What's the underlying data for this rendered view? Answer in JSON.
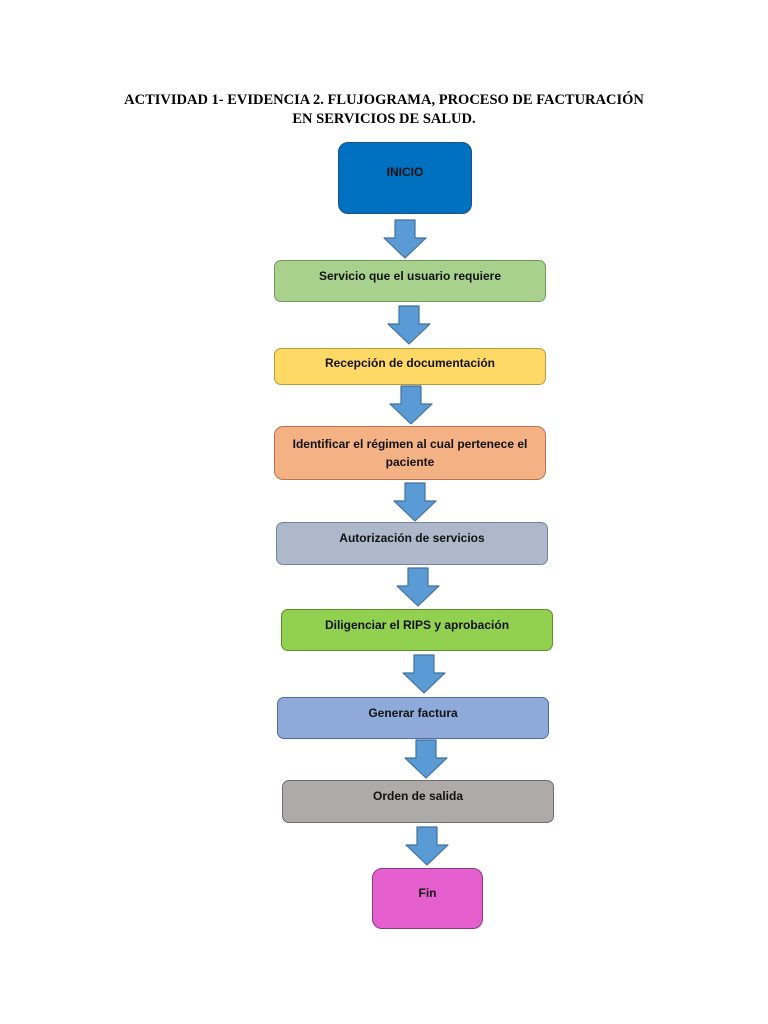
{
  "document": {
    "title_line1": "ACTIVIDAD 1- EVIDENCIA 2. FLUJOGRAMA, PROCESO DE FACTURACIÓN",
    "title_line2": "EN SERVICIOS DE SALUD."
  },
  "flowchart": {
    "steps": [
      {
        "label": "INICIO",
        "color": "#0070c0"
      },
      {
        "label": "Servicio que el usuario requiere",
        "color": "#a9d18e"
      },
      {
        "label": "Recepción de documentación",
        "color": "#ffd966"
      },
      {
        "label": "Identificar el régimen al cual pertenece el paciente",
        "color": "#f4b183"
      },
      {
        "label": "Autorización de servicios",
        "color": "#adb9ca"
      },
      {
        "label": "Diligenciar el RIPS y aprobación",
        "color": "#92d050"
      },
      {
        "label": "Generar factura",
        "color": "#8eaadb"
      },
      {
        "label": "Orden de salida",
        "color": "#aeaaaa"
      },
      {
        "label": "Fin",
        "color": "#e65fcf"
      }
    ],
    "arrow_color": "#5b9bd5",
    "arrow_outline_color": "#41719c"
  }
}
